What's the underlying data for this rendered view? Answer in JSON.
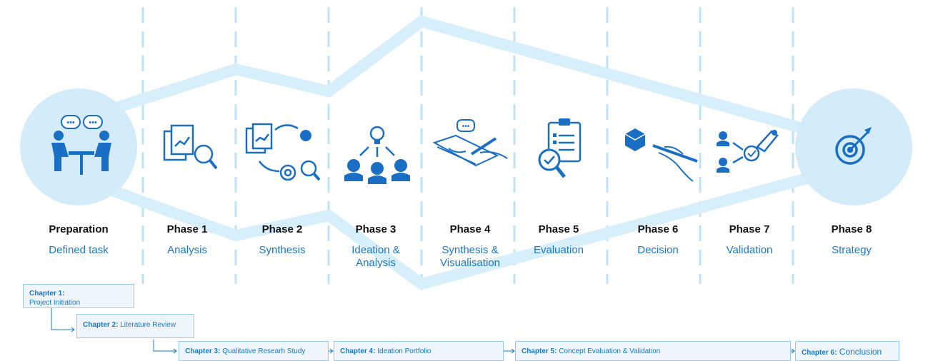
{
  "colors": {
    "accent": "#1a77c9",
    "band": "#d7eefb",
    "circle": "#d4ecfa",
    "divider": "#bfe3f6",
    "icon": "#1a6fc4"
  },
  "phases": [
    {
      "name": "Preparation",
      "desc": "Defined task",
      "icon": "meeting-icon"
    },
    {
      "name": "Phase 1",
      "desc": "Analysis",
      "icon": "document-analysis-icon"
    },
    {
      "name": "Phase 2",
      "desc": "Synthesis",
      "icon": "synthesis-cycle-icon"
    },
    {
      "name": "Phase 3",
      "desc": "Ideation &\nAnalysis",
      "icon": "idea-team-icon"
    },
    {
      "name": "Phase 4",
      "desc": "Synthesis &\nVisualisation",
      "icon": "sketching-icon"
    },
    {
      "name": "Phase 5",
      "desc": "Evaluation",
      "icon": "checklist-search-icon"
    },
    {
      "name": "Phase 6",
      "desc": "Decision",
      "icon": "hand-pen-cube-icon"
    },
    {
      "name": "Phase 7",
      "desc": "Validation",
      "icon": "validation-network-icon"
    },
    {
      "name": "Phase 8",
      "desc": "Strategy",
      "icon": "target-icon"
    }
  ],
  "chapters": [
    {
      "label": "Chapter 1:",
      "title": "Project Initiation"
    },
    {
      "label": "Chapter 2:",
      "title": "Literature Review"
    },
    {
      "label": "Chapter 3:",
      "title": "Qualitative Researh Study"
    },
    {
      "label": "Chapter 4:",
      "title": "Ideation Portfolio"
    },
    {
      "label": "Chapter 5:",
      "title": "Concept Evaluation & Validation"
    },
    {
      "label": "Chapter 6:",
      "title": "Conclusion"
    }
  ]
}
